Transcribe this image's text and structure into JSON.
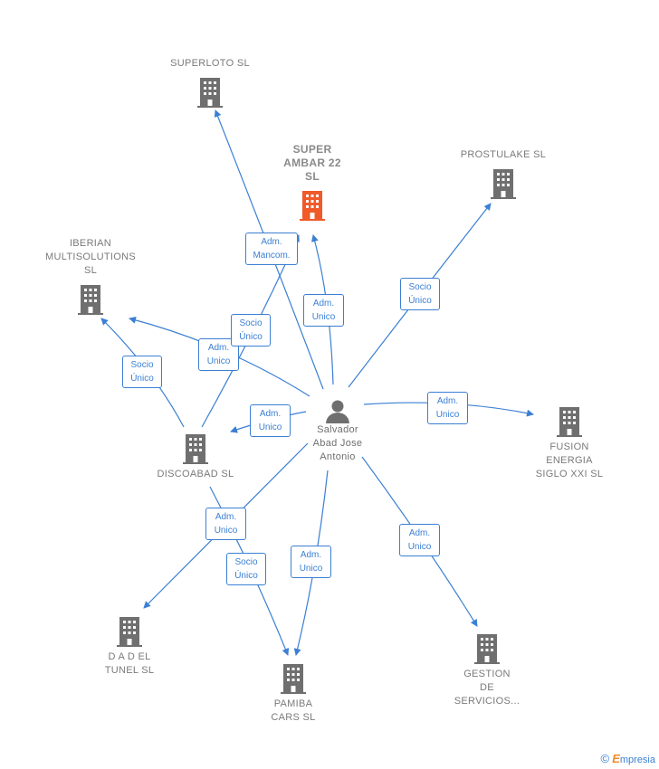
{
  "colors": {
    "edge": "#3b7fd3",
    "building": "#6f6f6f",
    "building_focus": "#f05a28",
    "person": "#6f6f6f"
  },
  "person": {
    "name": "Salvador\nAbad Jose\nAntonio",
    "icon": "person-icon"
  },
  "companies": {
    "superloto": "SUPERLOTO SL",
    "superambar": "SUPER\nAMBAR 22\nSL",
    "prostulake": "PROSTULAKE SL",
    "iberian": "IBERIAN\nMULTISOLUTIONS\nSL",
    "discoabad": "DISCOABAD SL",
    "fusion": "FUSION\nENERGIA\nSIGLO XXI  SL",
    "dadel": "D A D EL\nTUNEL SL",
    "pamiba": "PAMIBA\nCARS  SL",
    "gestion": "GESTION\nDE\nSERVICIOS..."
  },
  "edge_labels": {
    "superloto": "Adm.\nMancom.",
    "superambar": "Adm.\nUnico",
    "prostulake": "Socio\nÚnico",
    "iberian_person": "Adm.\nUnico",
    "iberian_disco": "Socio\nÚnico",
    "disco_superambar": "Socio\nÚnico",
    "discoabad": "Adm.\nUnico",
    "fusion": "Adm.\nUnico",
    "dadel": "Adm.\nUnico",
    "pamiba_disco": "Socio\nÚnico",
    "pamiba": "Adm.\nUnico",
    "gestion": "Adm.\nUnico"
  },
  "footer": {
    "copyright": "©",
    "brand_initial": "E",
    "brand_rest": "mpresia"
  }
}
